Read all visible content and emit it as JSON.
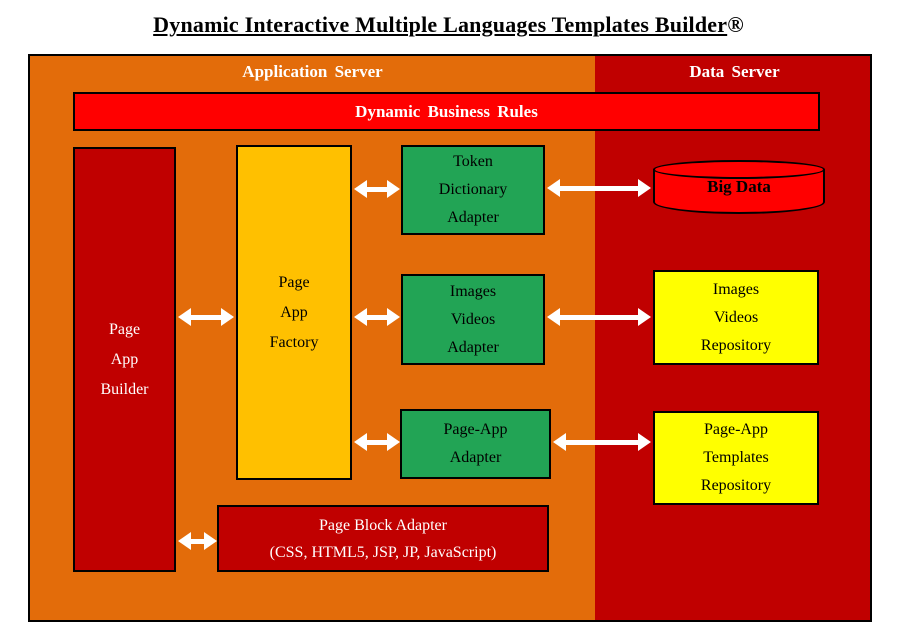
{
  "title": {
    "text": "Dynamic Interactive Multiple Languages Templates Builder",
    "mark": "®"
  },
  "regions": {
    "application_server": {
      "label": "Application  Server"
    },
    "data_server": {
      "label": "Data Server"
    }
  },
  "banner": {
    "label": "Dynamic  Business Rules"
  },
  "nodes": {
    "page_app_builder": {
      "line1": "Page",
      "line2": "App",
      "line3": "Builder"
    },
    "page_app_factory": {
      "line1": "Page",
      "line2": "App",
      "line3": "Factory"
    },
    "token_dictionary_adapter": {
      "line1": "Token",
      "line2": "Dictionary",
      "line3": "Adapter"
    },
    "images_videos_adapter": {
      "line1": "Images",
      "line2": "Videos",
      "line3": "Adapter"
    },
    "page_app_adapter": {
      "line1": "Page-App",
      "line2": "Adapter"
    },
    "page_block_adapter": {
      "line1": "Page Block Adapter",
      "line2": "(CSS, HTML5, JSP, JP, JavaScript)"
    },
    "big_data": {
      "label": "Big Data"
    },
    "images_videos_repository": {
      "line1": "Images",
      "line2": "Videos",
      "line3": "Repository"
    },
    "page_app_templates_repository": {
      "line1": "Page-App",
      "line2": "Templates",
      "line3": "Repository"
    }
  },
  "colors": {
    "application_server_bg": "#E36C0A",
    "data_server_bg": "#C00000",
    "banner_bg": "#FF0000",
    "builder_bg": "#C00000",
    "factory_bg": "#FFC000",
    "adapter_bg": "#22A455",
    "repository_bg": "#FFFF00",
    "big_data_bg": "#FF0000",
    "arrow": "#FFFFFF"
  }
}
